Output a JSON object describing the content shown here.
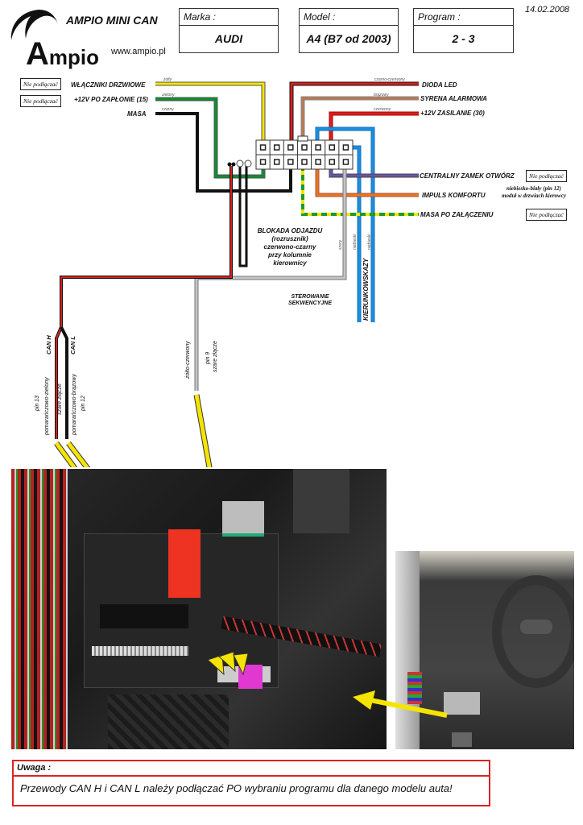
{
  "brand": {
    "product_title": "AMPIO MINI CAN",
    "logo_text_a": "A",
    "logo_text_rest": "mpio",
    "url": "www.ampio.pl"
  },
  "header": {
    "make": {
      "label": "Marka :",
      "value": "AUDI"
    },
    "model": {
      "label": "Model :",
      "value": "A4 (B7 od 2003)"
    },
    "program": {
      "label": "Program :",
      "value": "2 - 3"
    },
    "date": "14.02.2008"
  },
  "left_wires": [
    {
      "label": "WŁĄCZNIKI DRZWIOWE",
      "color_name": "żółty",
      "color": "#f5e400",
      "badge": "Nie podłączać"
    },
    {
      "label": "+12V PO ZAPŁONIE (15)",
      "color_name": "zielony",
      "color": "#0a8f2e",
      "badge": "Nie podłączać"
    },
    {
      "label": "MASA",
      "color_name": "czarny",
      "color": "#111111",
      "badge": ""
    }
  ],
  "right_wires_top": [
    {
      "label": "DIODA LED",
      "color_name": "czarno-czerwony",
      "color": "#d81f1f"
    },
    {
      "label": "SYRENA ALARMOWA",
      "color_name": "brązowy",
      "color": "#b97a52"
    },
    {
      "label": "+12V ZASILANIE (30)",
      "color_name": "czerwony",
      "color": "#d81f1f"
    }
  ],
  "right_wires_bottom": [
    {
      "label": "CENTRALNY ZAMEK OTWÓRZ",
      "color": "#6a55a8",
      "badge": "Nie podłączać"
    },
    {
      "label": "IMPULS KOMFORTU",
      "color": "#e8761c",
      "note_line1": "niebiesko-biały (pin 12)",
      "note_line2": "moduł w drzwiach kierowcy"
    },
    {
      "label": "MASA PO ZAŁĄCZENIU",
      "color": "#1b9a34",
      "color2": "#f5e400",
      "badge": "Nie podłączać"
    }
  ],
  "connector": {
    "columns": 7,
    "rows": 2
  },
  "immobilizer": {
    "lines": [
      "BLOKADA ODJAZDU",
      "(rozrusznik)",
      "czerwono-czarny",
      "przy kolumnie",
      "kierownicy"
    ]
  },
  "sequential": {
    "lines": [
      "STEROWANIE",
      "SEKWENCYJNE"
    ],
    "wire_color_name": "szary",
    "color": "#a8a8a8"
  },
  "turn_signals": {
    "label": "KIERUNKOWSKAZY",
    "wire_color_name": "niebieski",
    "color": "#1a8ee0"
  },
  "can": {
    "can_h": {
      "label": "CAN H",
      "pin": "pin 13",
      "color_name": "pomarańczowo-zielony"
    },
    "can_l": {
      "label": "CAN L",
      "pin": "pin 12",
      "color_name": "pomarańczowo-brązowy"
    },
    "connector_name": "szare złącze"
  },
  "pin9": {
    "color_name": "żółto-czerwony",
    "pin": "pin 9",
    "connector_name": "szare złącze"
  },
  "colors": {
    "arrow": "#f5e400",
    "warning_border": "#dd2222"
  },
  "warning": {
    "title": "Uwaga :",
    "text": "Przewody CAN H i CAN L należy podłączać PO wybraniu programu dla danego modelu auta!"
  }
}
